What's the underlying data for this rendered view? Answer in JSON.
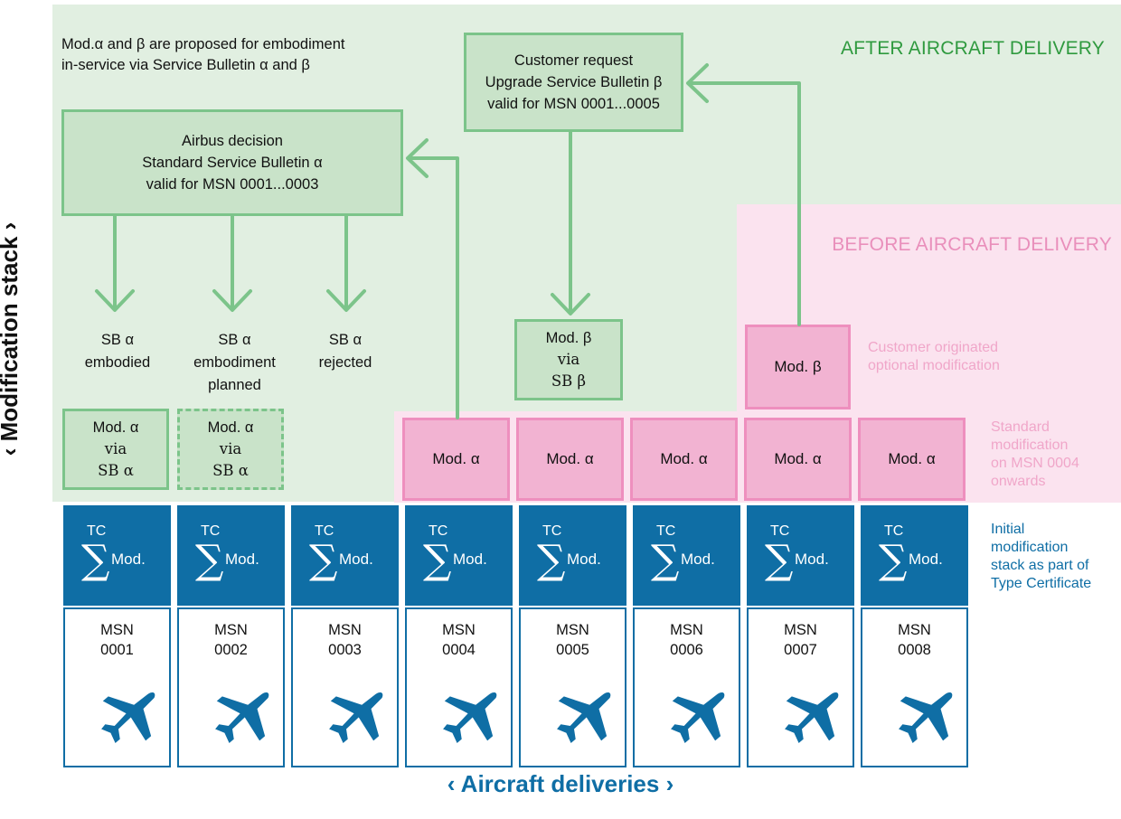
{
  "zones": {
    "after_label": "AFTER AIRCRAFT DELIVERY",
    "before_label": "BEFORE AIRCRAFT DELIVERY"
  },
  "intro_text": {
    "line1": "Mod.α and β are proposed for embodiment",
    "line2": "in-service via Service Bulletin α and β"
  },
  "airbus_decision": {
    "line1": "Airbus decision",
    "line2": "Standard Service Bulletin α",
    "line3": "valid for MSN 0001...0003"
  },
  "customer_request": {
    "line1": "Customer request",
    "line2": "Upgrade Service Bulletin β",
    "line3": "valid for MSN 0001...0005"
  },
  "sb_outcomes": [
    {
      "lines": [
        "SB α",
        "embodied"
      ]
    },
    {
      "lines": [
        "SB α",
        "embodiment",
        "planned"
      ]
    },
    {
      "lines": [
        "SB α",
        "rejected"
      ]
    }
  ],
  "mod_via_sb_alpha": {
    "line1": "Mod. α",
    "line2": "via",
    "line3": "SB α"
  },
  "mod_via_sb_beta": {
    "line1": "Mod. β",
    "line2": "via",
    "line3": "SB β"
  },
  "mod_beta_label": "Mod. β",
  "mod_alpha_label": "Mod. α",
  "notes": {
    "customer_originated": [
      "Customer originated",
      "optional modification"
    ],
    "standard_mod": [
      "Standard",
      "modification",
      "on MSN 0004",
      "onwards"
    ],
    "initial_stack": [
      "Initial",
      "modification",
      "stack as part of",
      "Type Certificate"
    ]
  },
  "tc": {
    "label": "TC",
    "sigma": "∑",
    "mod": "Mod."
  },
  "msn_word": "MSN",
  "aircraft": [
    "0001",
    "0002",
    "0003",
    "0004",
    "0005",
    "0006",
    "0007",
    "0008"
  ],
  "axes": {
    "x": "‹  Aircraft deliveries  ›",
    "y": "‹  Modification stack  ›"
  },
  "colors": {
    "after_zone": "#e1efe1",
    "before_zone": "#fbe3ef",
    "green_box": "#c9e3c9",
    "green_border": "#7cc48a",
    "pink_box": "#f2b3d2",
    "pink_border": "#ee8fbe",
    "tc_blue": "#0f6ea5"
  }
}
